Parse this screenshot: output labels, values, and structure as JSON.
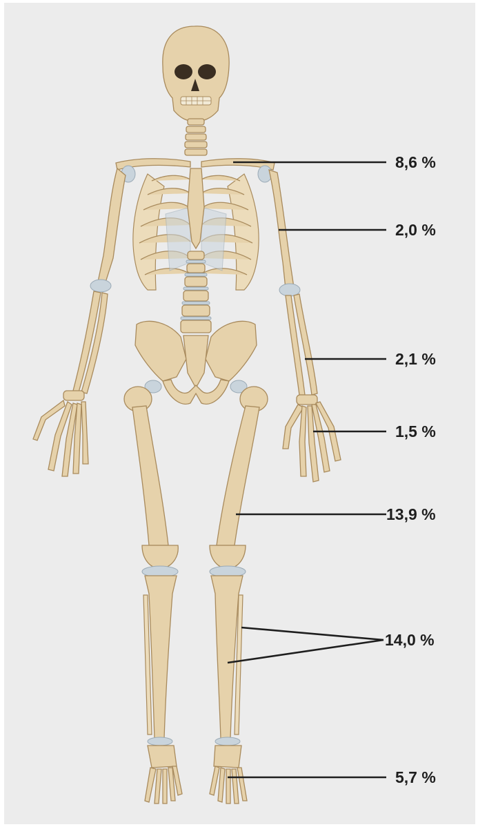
{
  "labels": [
    {
      "id": "clavicle",
      "text": "8,6 %"
    },
    {
      "id": "humerus",
      "text": "2,0 %"
    },
    {
      "id": "forearm",
      "text": "2,1 %"
    },
    {
      "id": "hand",
      "text": "1,5 %"
    },
    {
      "id": "femur",
      "text": "13,9 %"
    },
    {
      "id": "lower-leg",
      "text": "14,0 %"
    },
    {
      "id": "foot",
      "text": "5,7 %"
    }
  ],
  "colors": {
    "background": "#ececec",
    "bone": "#e6d2ab",
    "cartilage": "#c9d4dc",
    "leader": "#1e1e1e"
  }
}
